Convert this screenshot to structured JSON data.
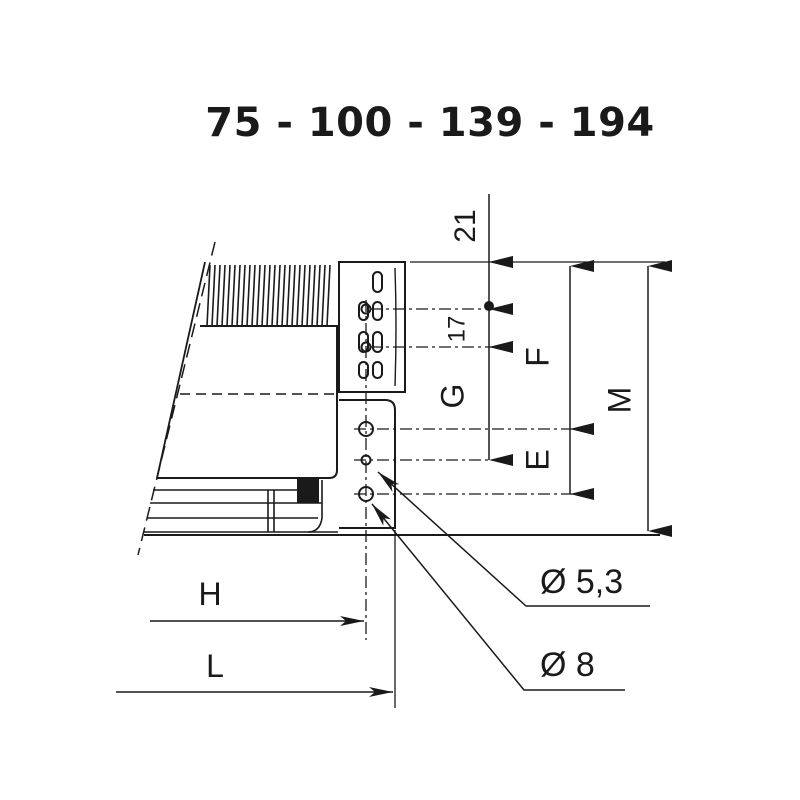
{
  "title": "75 - 100 - 139 - 194",
  "dimensions": {
    "d21": "21",
    "d17": "17",
    "G": "G",
    "F": "F",
    "E": "E",
    "M": "M",
    "H": "H",
    "L": "L",
    "hole_small": "Ø 5,3",
    "hole_large": "Ø 8"
  },
  "colors": {
    "ink": "#1a1a1a",
    "background": "#ffffff"
  }
}
